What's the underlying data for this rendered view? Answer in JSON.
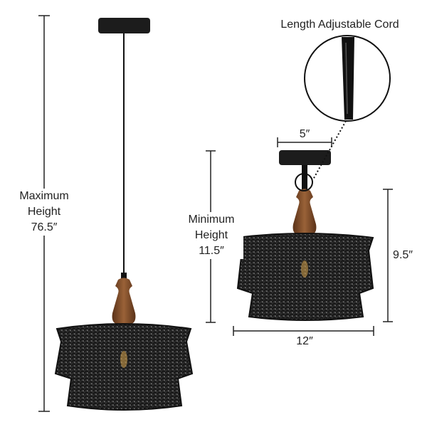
{
  "colors": {
    "metal": "#1c1c1c",
    "wood": "#7a4a2a",
    "line": "#222222"
  },
  "labels": {
    "cord_title": "Length Adjustable Cord",
    "canopy_width": "5″",
    "min_height_line1": "Minimum",
    "min_height_line2": "Height",
    "min_height_value": "11.5″",
    "shade_height": "9.5″",
    "shade_width": "12″",
    "max_height_line1": "Maximum",
    "max_height_line2": "Height",
    "max_height_value": "76.5″"
  }
}
